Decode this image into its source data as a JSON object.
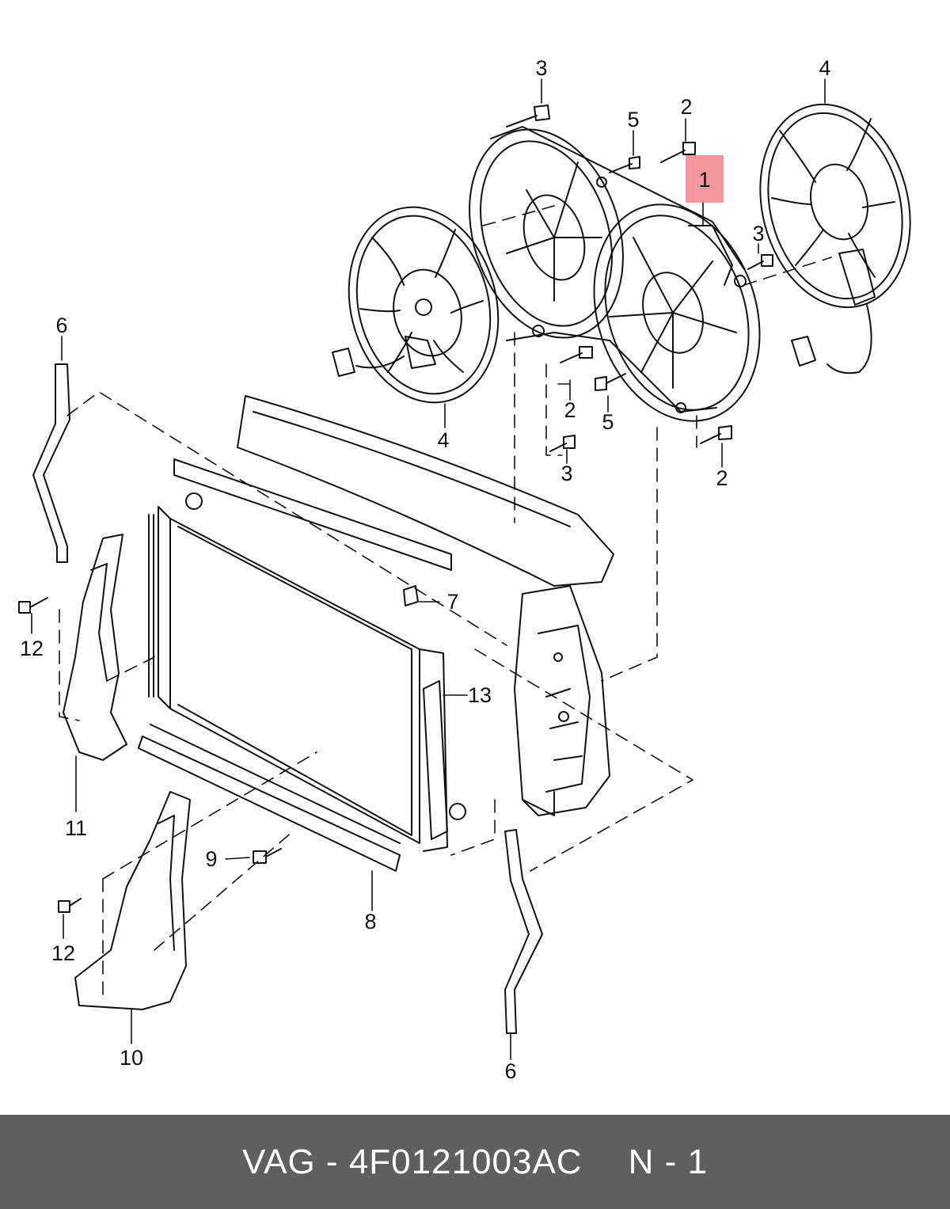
{
  "diagram": {
    "highlight_color": "#f28b93",
    "callouts": {
      "fan_shroud": "1",
      "bolt_top": "2",
      "bolt_mid": "2",
      "bolt_low": "2",
      "screw_top": "3",
      "screw_right": "3",
      "screw_low": "3",
      "fan_right": "4",
      "fan_left": "4",
      "bolt5_top": "5",
      "bolt5_mid": "5",
      "hose_left": "6",
      "hose_right": "6",
      "seal_top": "7",
      "seal_bottom": "8",
      "screw9": "9",
      "deflector_lower": "10",
      "deflector_upper": "11",
      "screw12_upper": "12",
      "screw12_lower": "12",
      "side_seal": "13"
    }
  },
  "footer": {
    "brand": "VAG",
    "separator": "-",
    "part_number": "4F0121003AC",
    "position_label": "N",
    "position_sep": "-",
    "position_value": "1"
  }
}
